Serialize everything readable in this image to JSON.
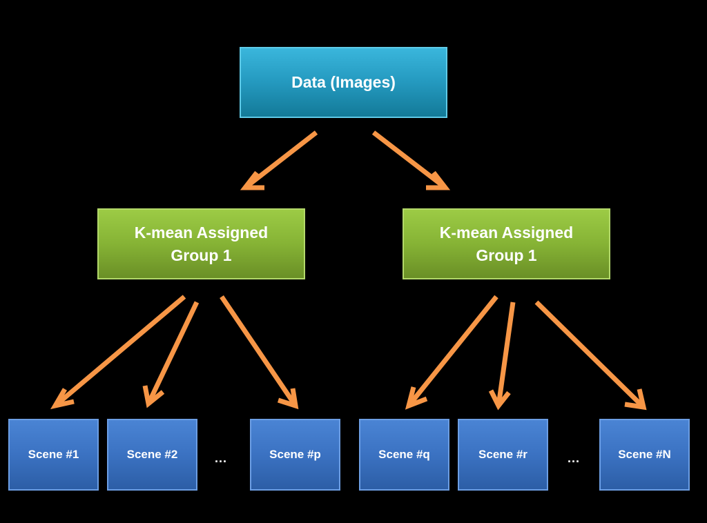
{
  "colors": {
    "background": "#000000",
    "root_fill": "#2499bf",
    "group_fill": "#86b335",
    "scene_fill": "#3b72c2",
    "arrow": "#f79646",
    "text": "#ffffff"
  },
  "root": {
    "label": "Data (Images)"
  },
  "groups": [
    {
      "label": "K-mean Assigned\nGroup 1"
    },
    {
      "label": "K-mean Assigned\nGroup 1"
    }
  ],
  "scenes": [
    {
      "label": "Scene #1"
    },
    {
      "label": "Scene #2"
    },
    {
      "label": "Scene #p"
    },
    {
      "label": "Scene #q"
    },
    {
      "label": "Scene #r"
    },
    {
      "label": "Scene #N"
    }
  ],
  "ellipses": [
    {
      "label": "..."
    },
    {
      "label": "..."
    }
  ]
}
